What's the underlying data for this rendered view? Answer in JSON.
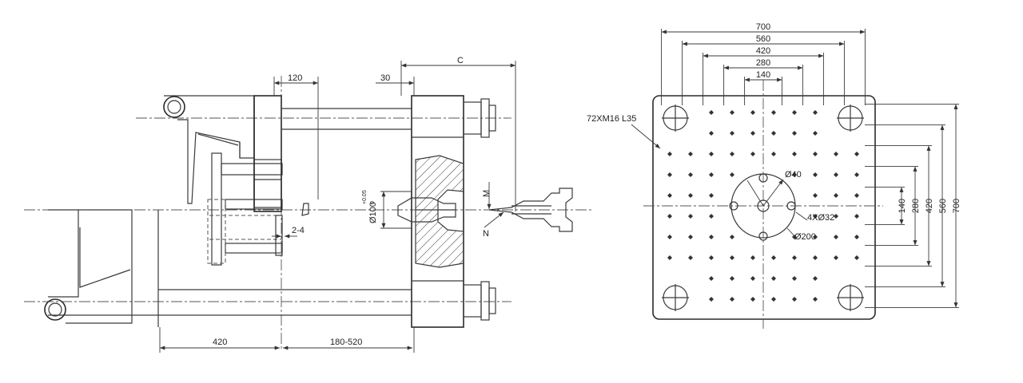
{
  "side_view": {
    "dims": {
      "d120": "120",
      "d30": "30",
      "dC": "C",
      "dM": "M",
      "dN": "N",
      "d24": "2-4",
      "d420": "420",
      "d180_520": "180-520",
      "dDia100": "Ø100",
      "dTol": "+0.05",
      "dTol0": "0"
    }
  },
  "platen_view": {
    "top_dims": [
      "700",
      "560",
      "420",
      "280",
      "140"
    ],
    "right_dims": [
      "140",
      "280",
      "420",
      "560",
      "700"
    ],
    "labels": {
      "holes": "72XM16 L35",
      "d40": "Ø40",
      "d4x32": "4XØ32",
      "d200": "Ø200"
    },
    "grid_spacing_mm": 70
  }
}
